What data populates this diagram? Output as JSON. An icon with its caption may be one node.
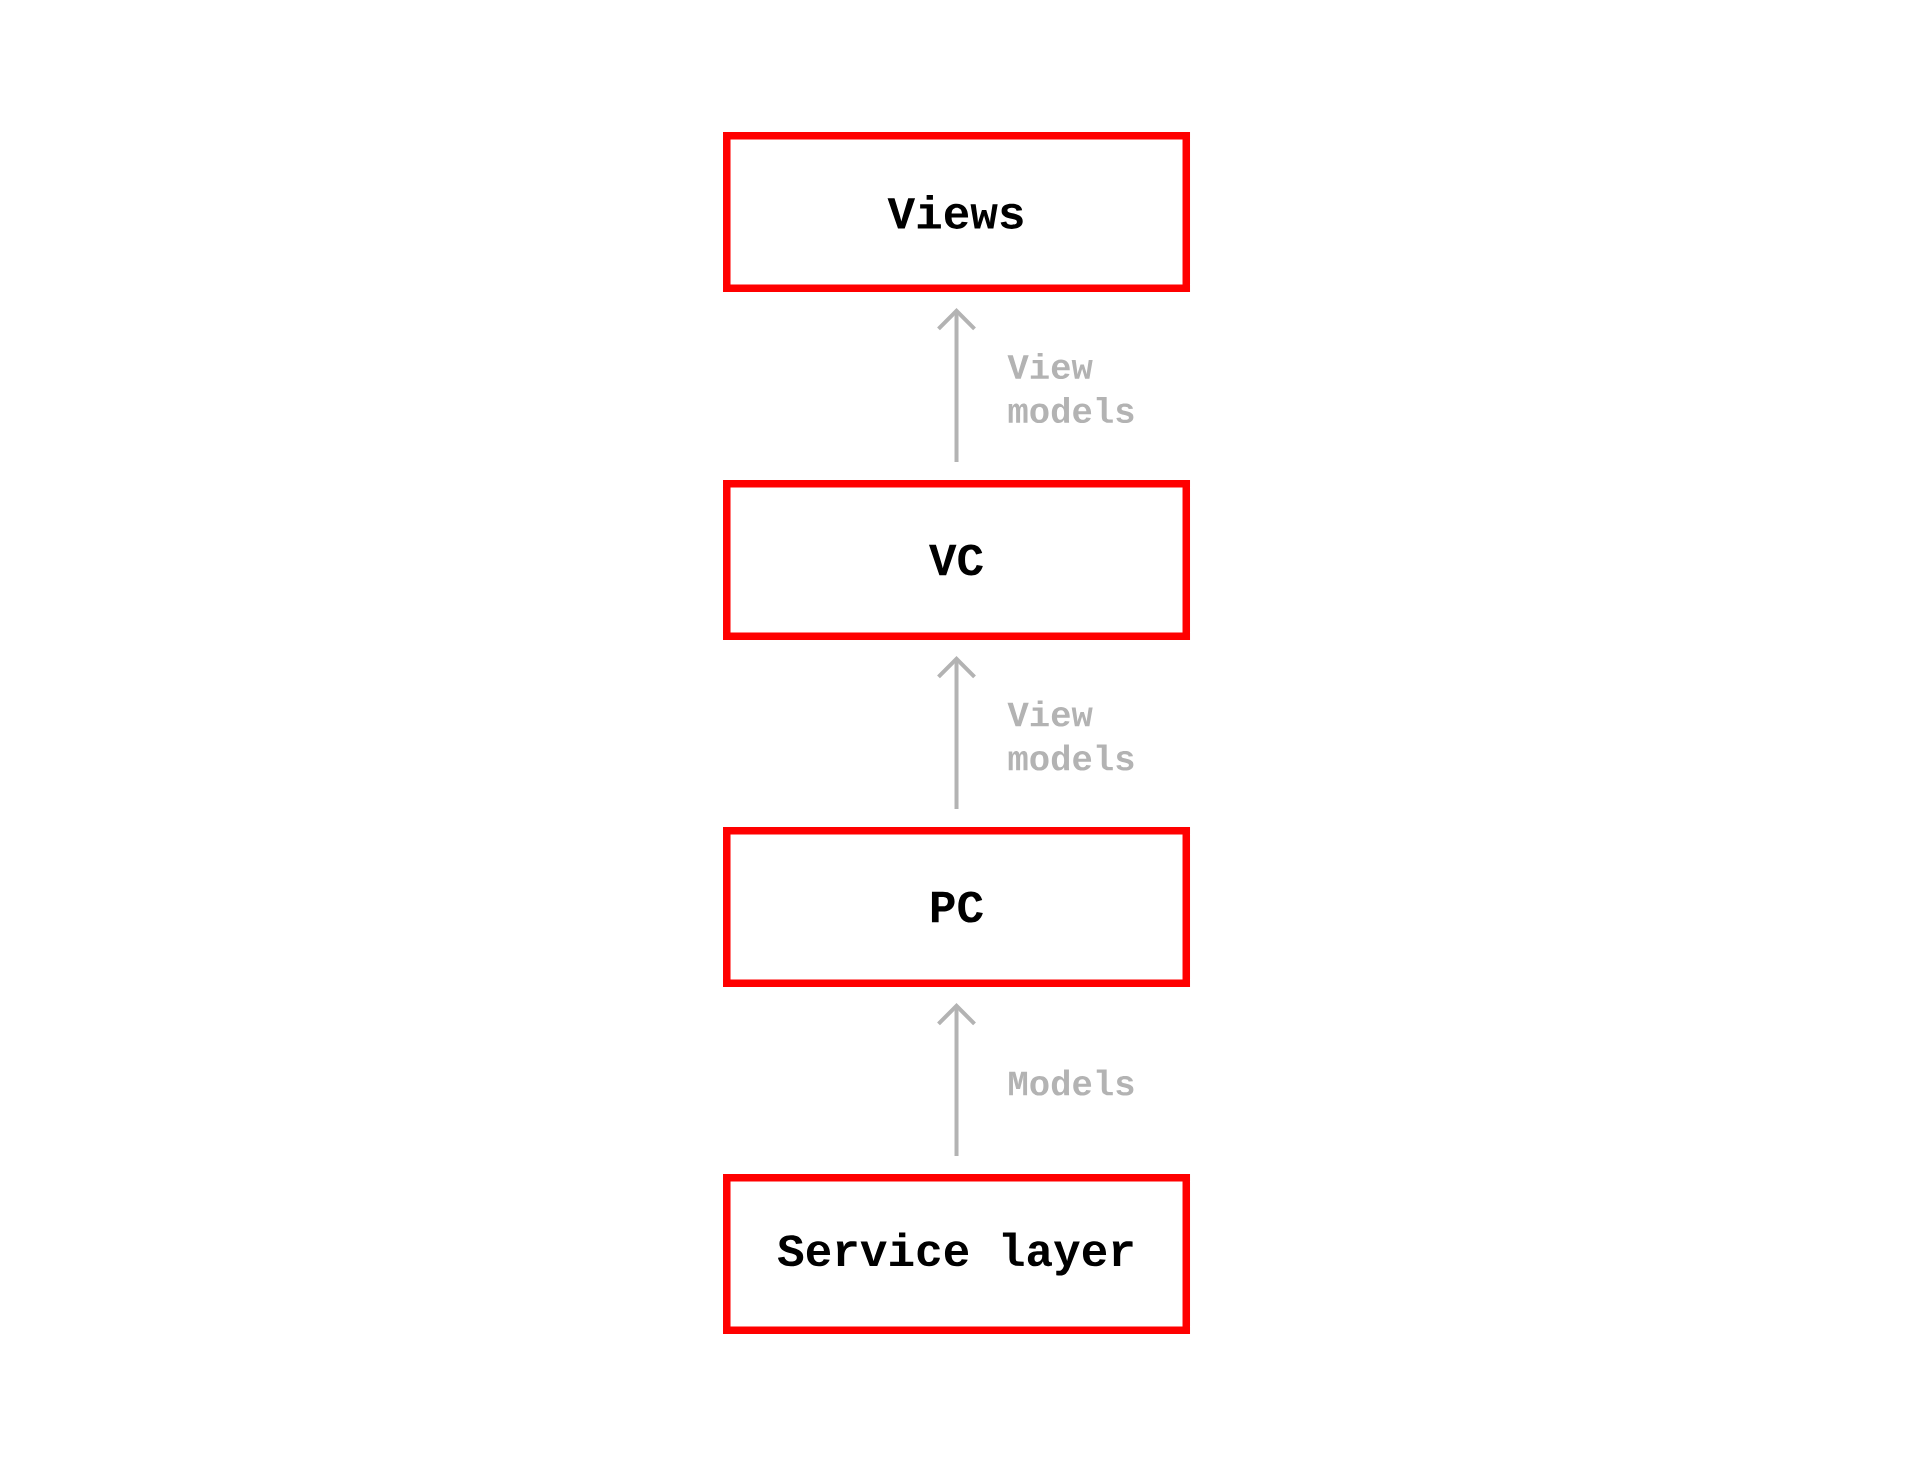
{
  "diagram": {
    "nodes": [
      {
        "text": [
          "Views"
        ]
      },
      {
        "text": [
          "VC"
        ]
      },
      {
        "text": [
          "PC"
        ]
      },
      {
        "text": [
          "Service layer"
        ]
      }
    ],
    "edges": [
      {
        "from": 1,
        "to": 0,
        "arrow": "to",
        "label": "View models"
      },
      {
        "from": 2,
        "to": 1,
        "arrow": "to",
        "label": "View models"
      },
      {
        "from": 3,
        "to": 2,
        "arrow": "to",
        "label": "Models"
      }
    ]
  }
}
